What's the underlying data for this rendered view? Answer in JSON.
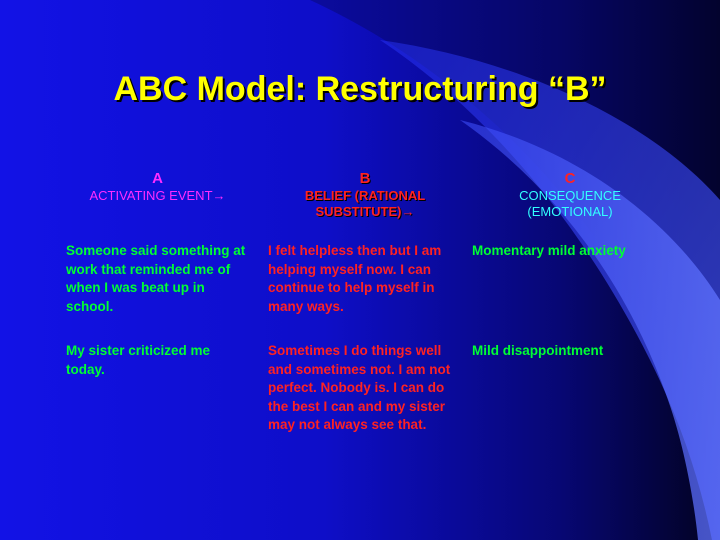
{
  "slide": {
    "title": "ABC Model: Restructuring “B”"
  },
  "columns": {
    "a": {
      "letter": "A",
      "label": "ACTIVATING EVENT→"
    },
    "b": {
      "letter": "B",
      "label_line1": "BELIEF (RATIONAL",
      "label_line2": "SUBSTITUTE)→"
    },
    "c": {
      "letter": "C",
      "label_line1": "CONSEQUENCE",
      "label_line2": "(EMOTIONAL)"
    }
  },
  "rows": [
    {
      "activating_event": "Someone said something at work that reminded me of when I was beat up in school.",
      "belief": "I felt helpless then but I am helping myself now. I can continue to help myself in many ways.",
      "consequence": "Momentary mild anxiety"
    },
    {
      "activating_event": "My sister criticized me today.",
      "belief": "Sometimes I do things well and sometimes not. I am not perfect.  Nobody is.  I can do the best I can and my sister may not always see that.",
      "consequence": "Mild disappointment"
    }
  ],
  "colors": {
    "title": "#ffff00",
    "column_a": "#ff2cff",
    "column_b": "#ff2222",
    "column_c": "#33ffff",
    "activating_event_text": "#00ff33",
    "belief_text": "#ff2222",
    "consequence_text": "#00ff33"
  }
}
